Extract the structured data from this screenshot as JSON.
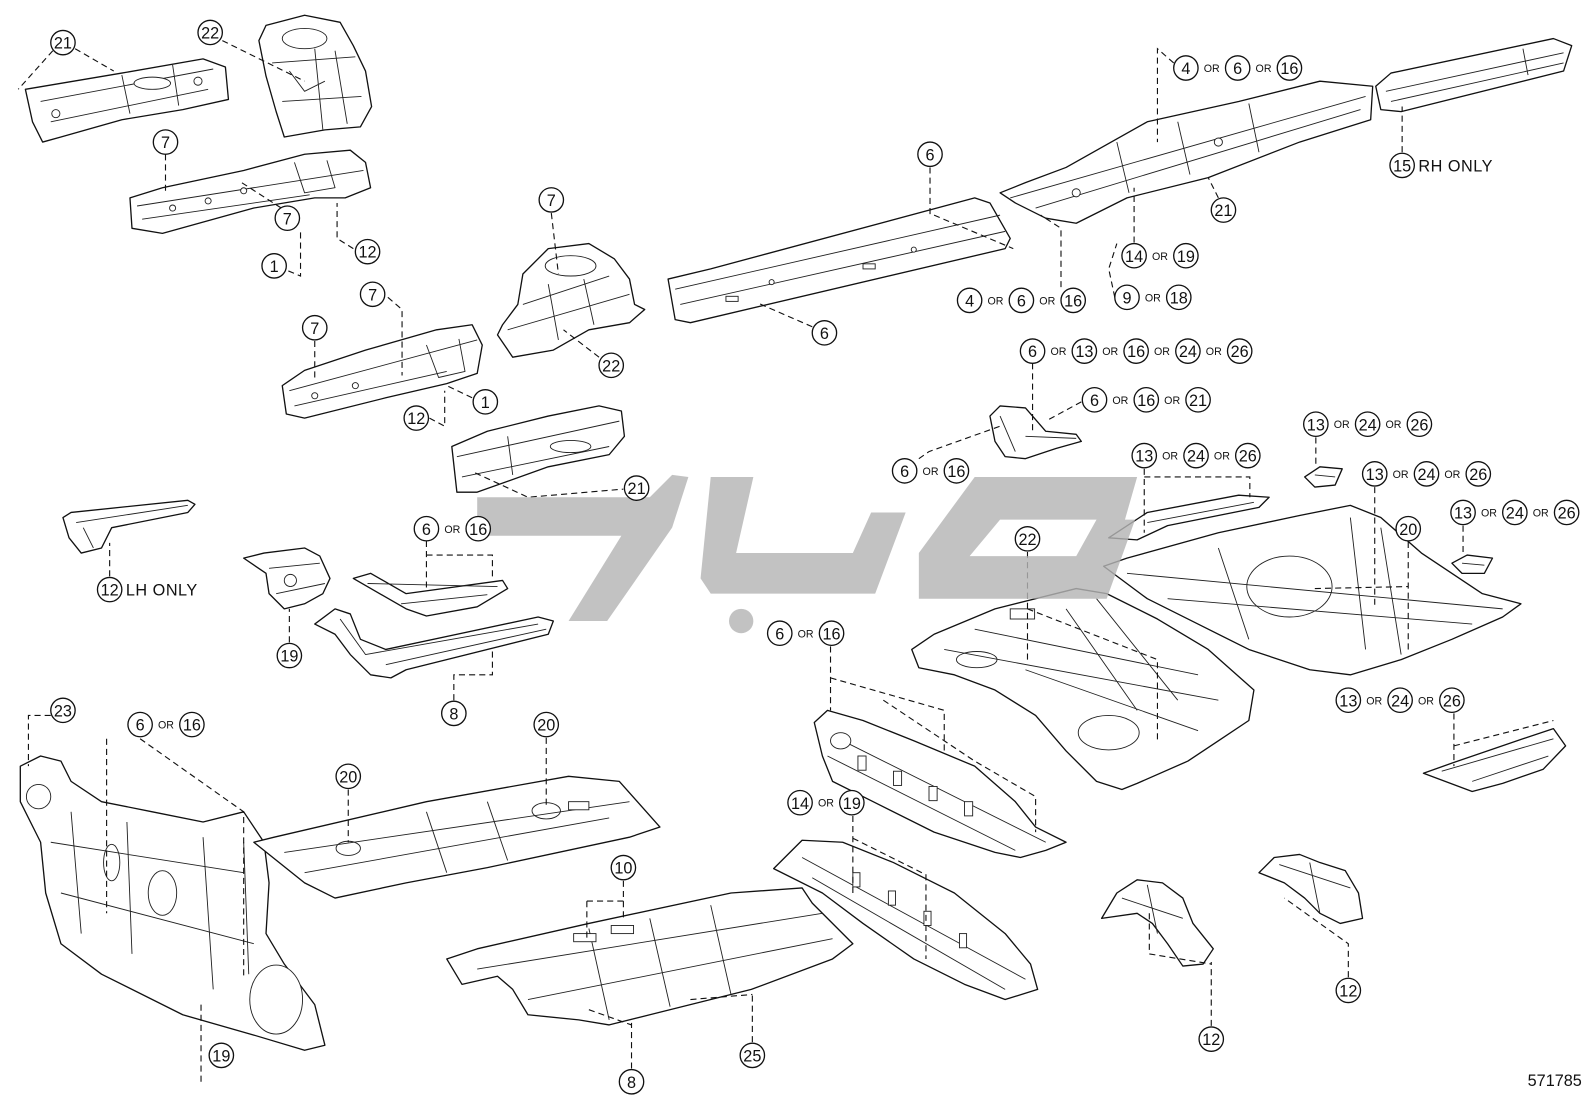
{
  "figure_number": "571785",
  "labels": {
    "or": "OR"
  },
  "callouts": [
    {
      "parts": [
        "21"
      ]
    },
    {
      "parts": [
        "22"
      ]
    },
    {
      "parts": [
        "7"
      ]
    },
    {
      "parts": [
        "7"
      ]
    },
    {
      "parts": [
        "12"
      ]
    },
    {
      "parts": [
        "1"
      ]
    },
    {
      "parts": [
        "7"
      ]
    },
    {
      "parts": [
        "7"
      ]
    },
    {
      "parts": [
        "1"
      ]
    },
    {
      "parts": [
        "12"
      ]
    },
    {
      "parts": [
        "7"
      ]
    },
    {
      "parts": [
        "22"
      ]
    },
    {
      "parts": [
        "21"
      ]
    },
    {
      "parts": [
        "6"
      ]
    },
    {
      "parts": [
        "6"
      ]
    },
    {
      "parts": [
        "4",
        "6",
        "16"
      ]
    },
    {
      "parts": [
        "15"
      ],
      "note": "RH ONLY"
    },
    {
      "parts": [
        "21"
      ]
    },
    {
      "parts": [
        "14",
        "19"
      ]
    },
    {
      "parts": [
        "9",
        "18"
      ]
    },
    {
      "parts": [
        "4",
        "6",
        "16"
      ]
    },
    {
      "parts": [
        "6",
        "13",
        "16",
        "24",
        "26"
      ]
    },
    {
      "parts": [
        "6",
        "16",
        "21"
      ]
    },
    {
      "parts": [
        "6",
        "16"
      ]
    },
    {
      "parts": [
        "13",
        "24",
        "26"
      ]
    },
    {
      "parts": [
        "13",
        "24",
        "26"
      ]
    },
    {
      "parts": [
        "13",
        "24",
        "26"
      ]
    },
    {
      "parts": [
        "13",
        "24",
        "26"
      ]
    },
    {
      "parts": [
        "20"
      ]
    },
    {
      "parts": [
        "22"
      ]
    },
    {
      "parts": [
        "13",
        "24",
        "26"
      ]
    },
    {
      "parts": [
        "6",
        "16"
      ]
    },
    {
      "parts": [
        "12"
      ],
      "note": "LH ONLY"
    },
    {
      "parts": [
        "19"
      ]
    },
    {
      "parts": [
        "8"
      ]
    },
    {
      "parts": [
        "6",
        "16"
      ]
    },
    {
      "parts": [
        "23"
      ]
    },
    {
      "parts": [
        "6",
        "16"
      ]
    },
    {
      "parts": [
        "20"
      ]
    },
    {
      "parts": [
        "20"
      ]
    },
    {
      "parts": [
        "14",
        "19"
      ]
    },
    {
      "parts": [
        "10"
      ]
    },
    {
      "parts": [
        "25"
      ]
    },
    {
      "parts": [
        "8"
      ]
    },
    {
      "parts": [
        "19"
      ]
    },
    {
      "parts": [
        "12"
      ]
    },
    {
      "parts": [
        "12"
      ]
    }
  ]
}
